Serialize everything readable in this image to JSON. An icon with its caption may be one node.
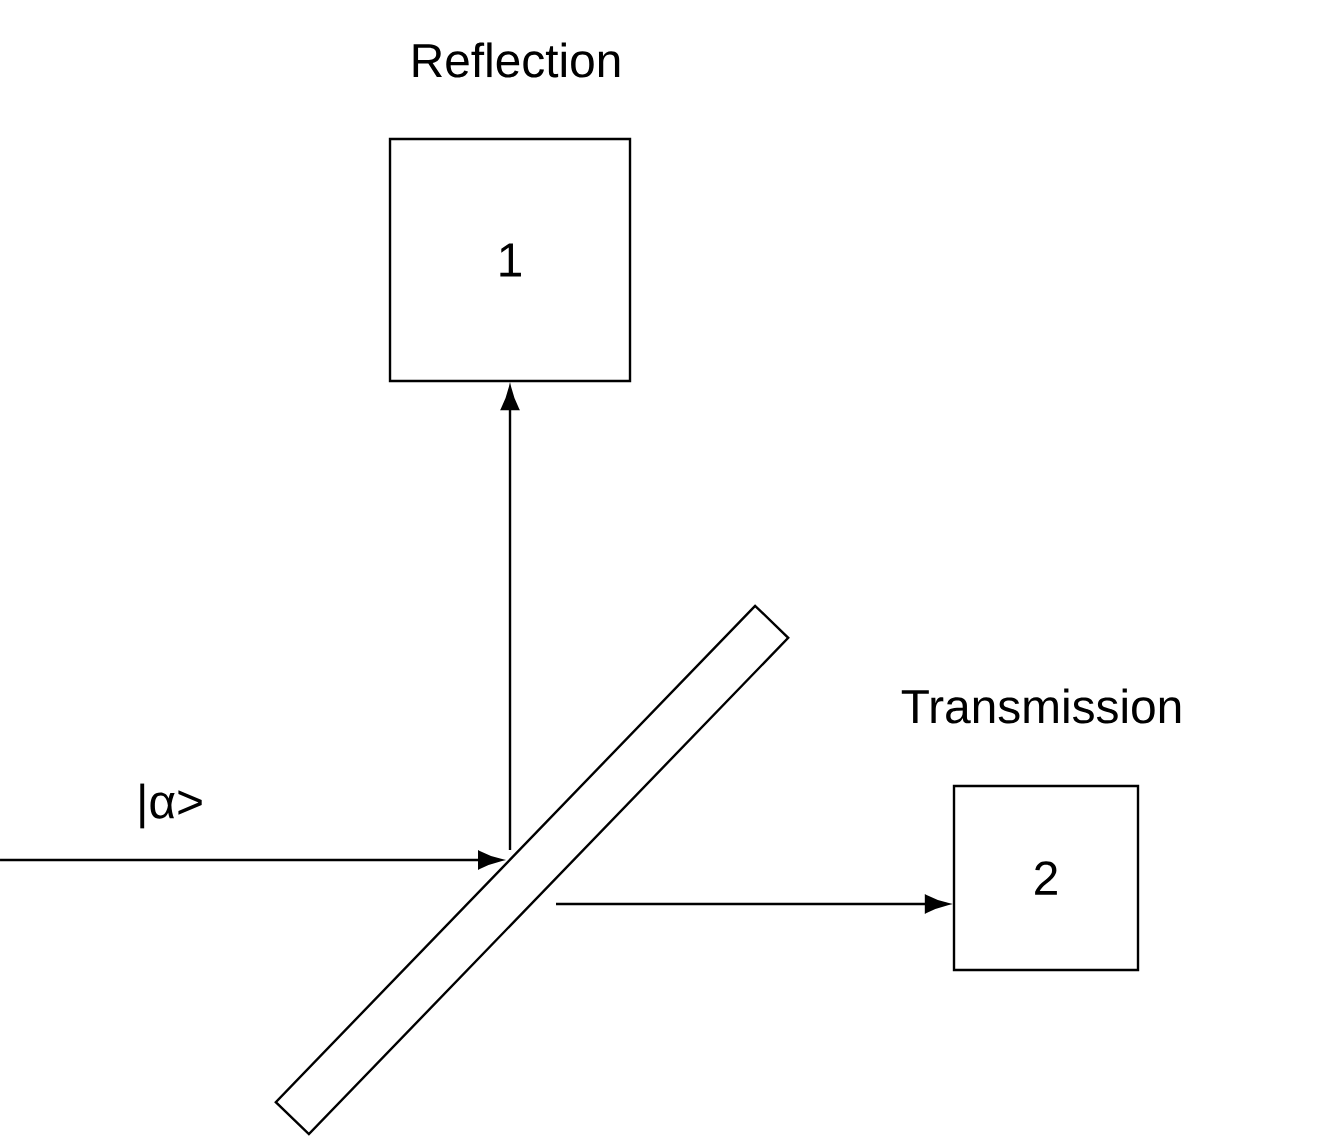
{
  "diagram": {
    "nodes": [
      {
        "text": [
          "1"
        ],
        "beside": [
          "Reflection"
        ]
      },
      {
        "text": [
          "2"
        ],
        "beside": [
          "Transmission"
        ]
      },
      {
        "text": [],
        "shape": "bar"
      }
    ],
    "edges": [
      {
        "from": null,
        "to": 2,
        "arrow": "to",
        "label": "|α>"
      },
      {
        "from": 2,
        "to": 0,
        "arrow": "to"
      },
      {
        "from": 2,
        "to": 1,
        "arrow": "to"
      }
    ]
  }
}
